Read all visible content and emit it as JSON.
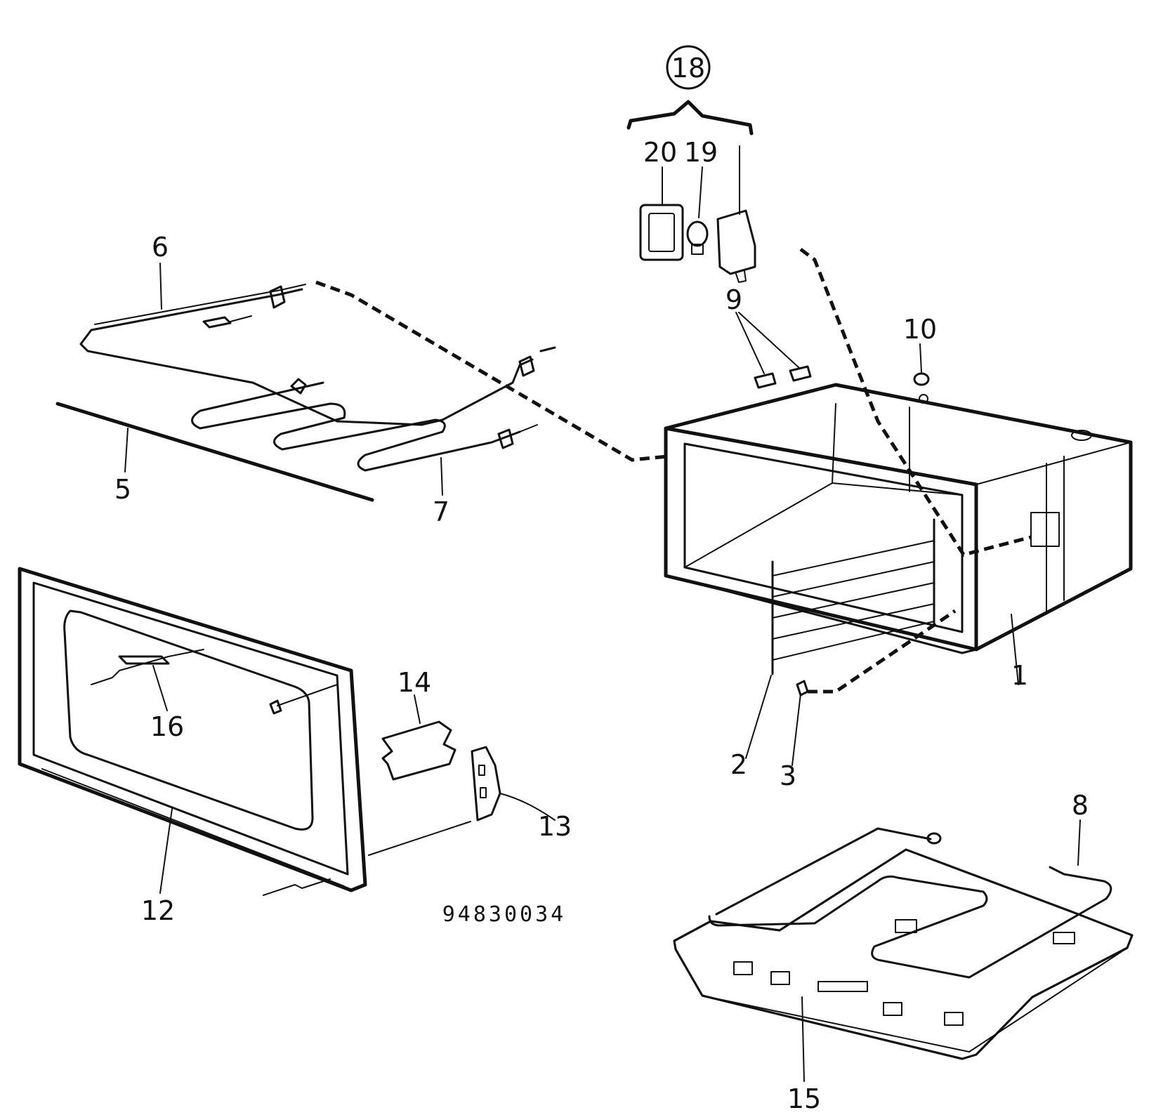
{
  "diagram": {
    "drawing_number": "94830034",
    "callouts": [
      "1",
      "2",
      "3",
      "5",
      "6",
      "7",
      "8",
      "9",
      "10",
      "12",
      "13",
      "14",
      "15",
      "16",
      "18",
      "19",
      "20"
    ]
  }
}
